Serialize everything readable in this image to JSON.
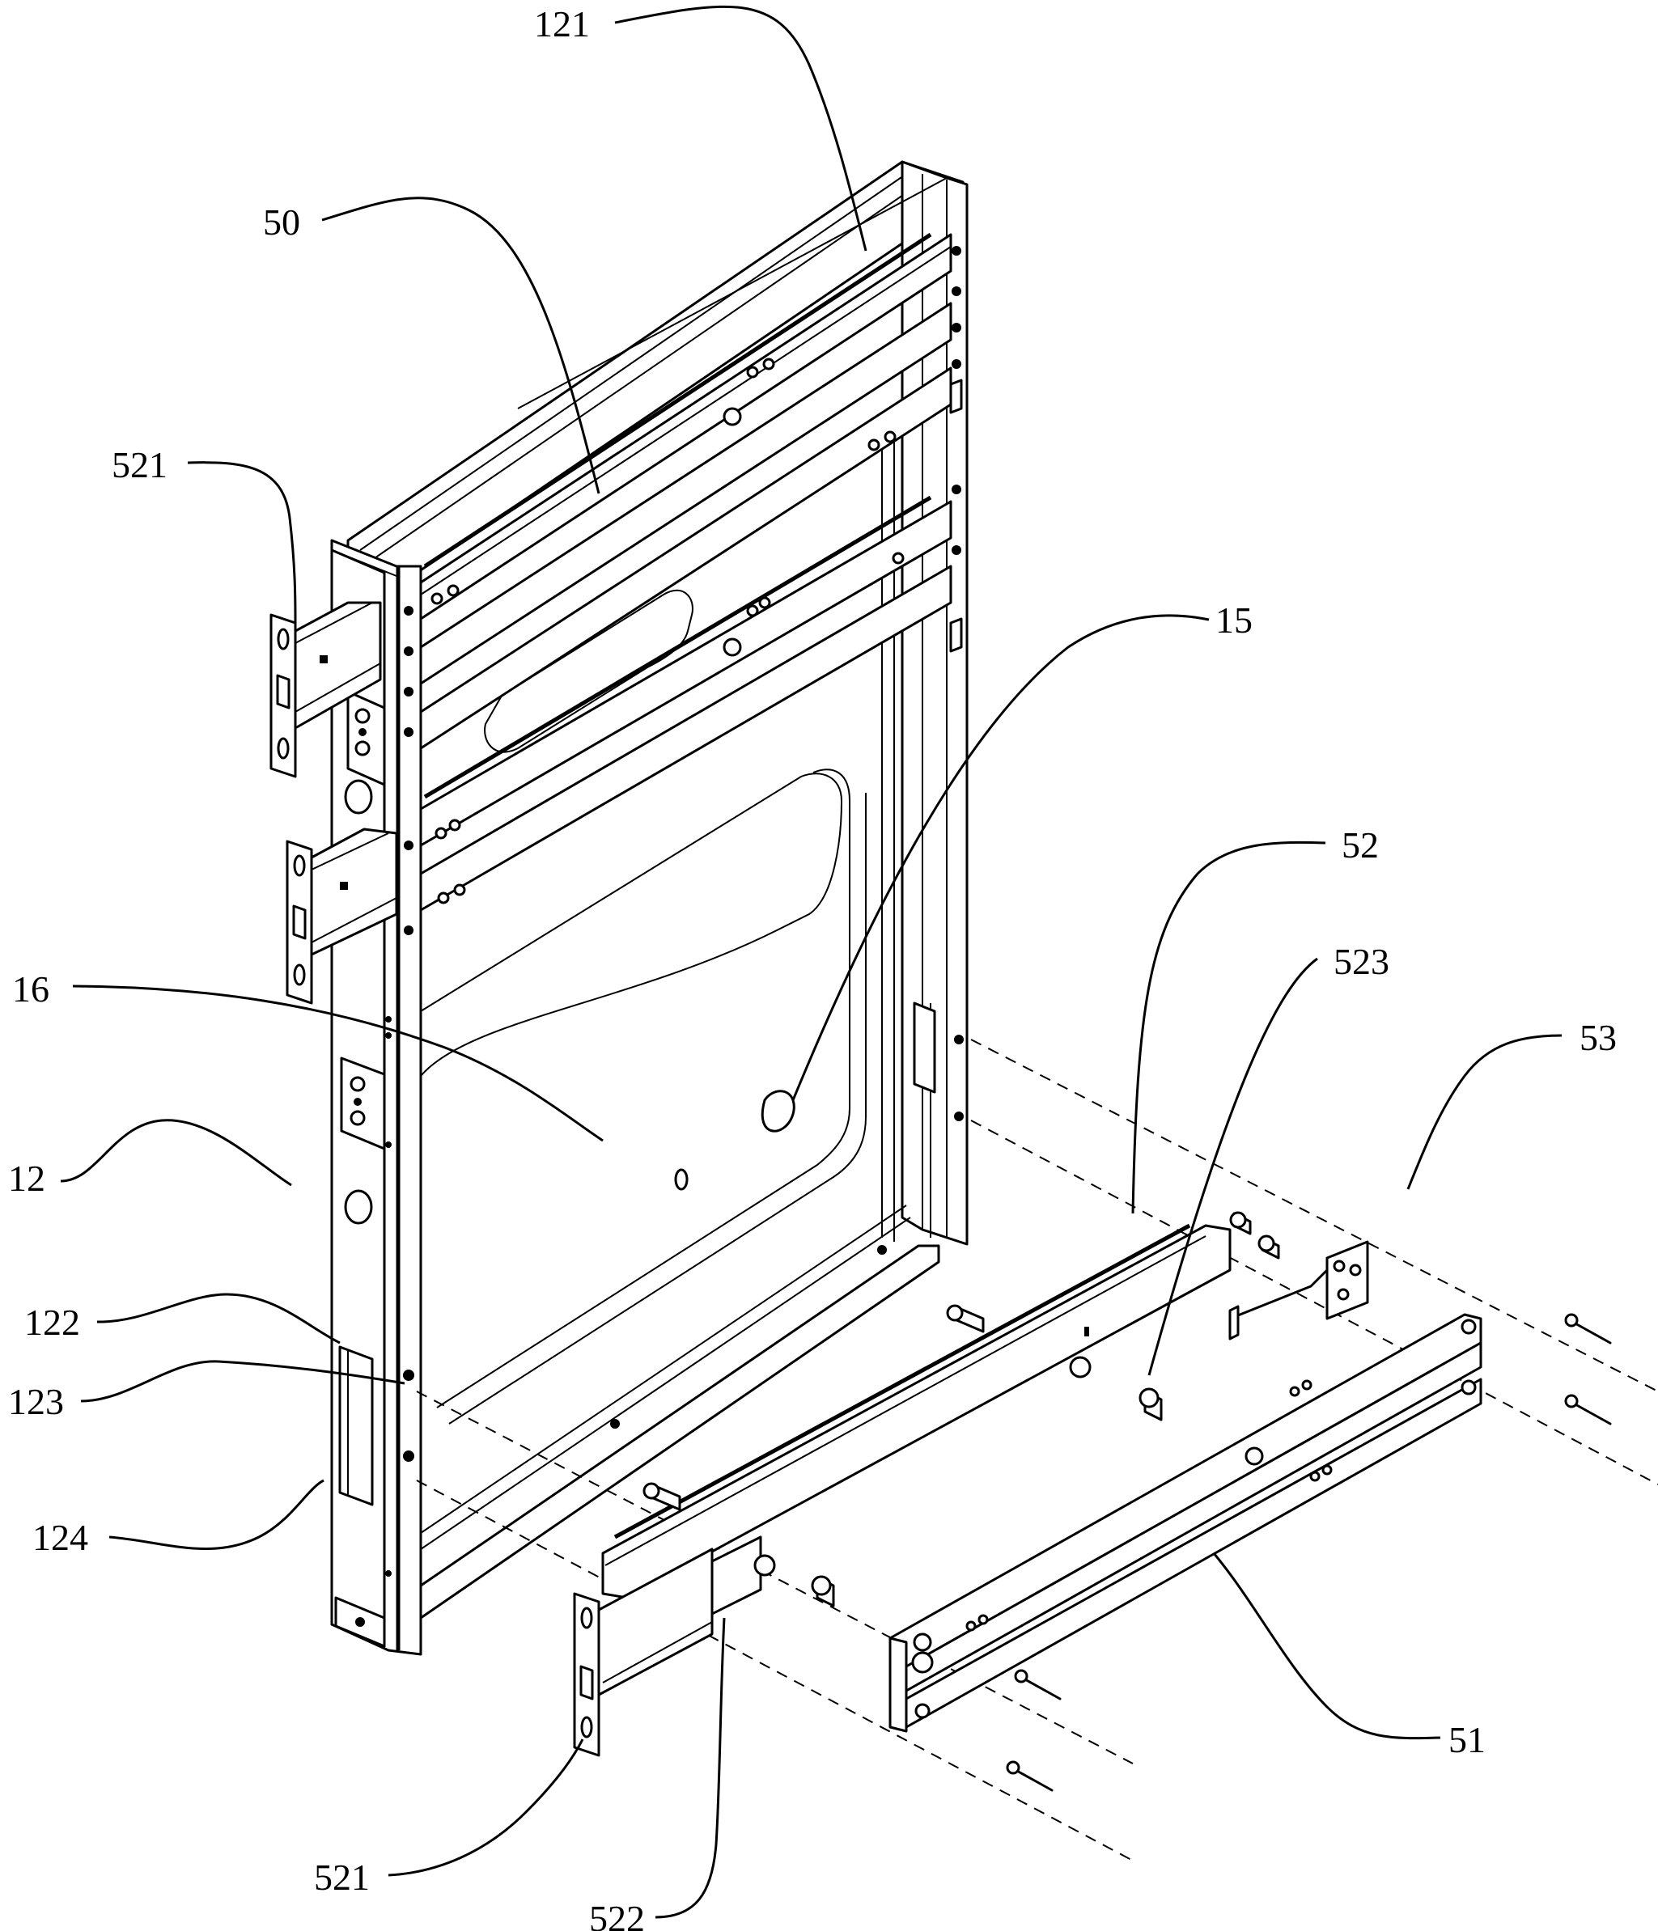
{
  "figure": {
    "type": "exploded-assembly-drawing",
    "labels": [
      {
        "id": "121",
        "text": "121"
      },
      {
        "id": "50",
        "text": "50"
      },
      {
        "id": "521-top",
        "text": "521"
      },
      {
        "id": "15",
        "text": "15"
      },
      {
        "id": "16",
        "text": "16"
      },
      {
        "id": "12",
        "text": "12"
      },
      {
        "id": "122",
        "text": "122"
      },
      {
        "id": "123",
        "text": "123"
      },
      {
        "id": "124",
        "text": "124"
      },
      {
        "id": "52",
        "text": "52"
      },
      {
        "id": "523",
        "text": "523"
      },
      {
        "id": "53",
        "text": "53"
      },
      {
        "id": "51",
        "text": "51"
      },
      {
        "id": "521-bottom",
        "text": "521"
      },
      {
        "id": "522",
        "text": "522"
      }
    ]
  }
}
